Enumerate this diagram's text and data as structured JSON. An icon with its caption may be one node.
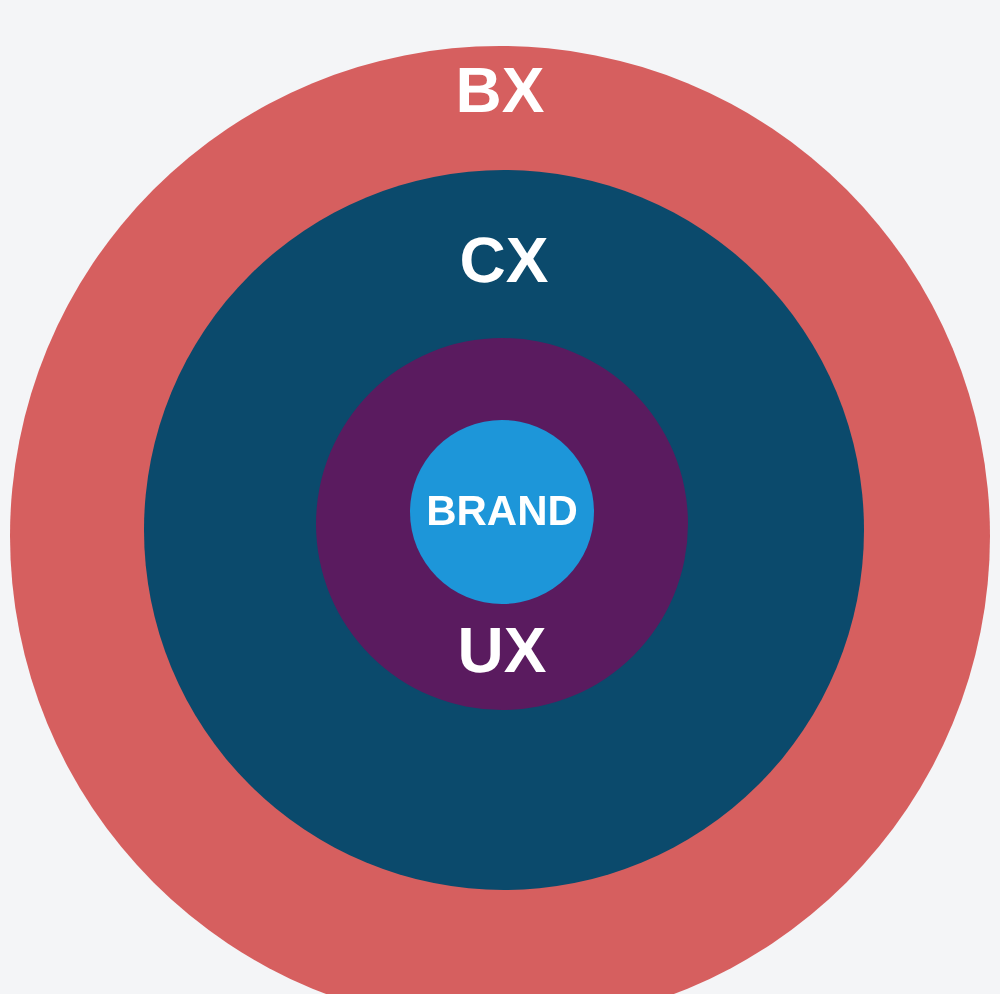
{
  "diagram": {
    "nodes": [
      {
        "text": [
          "BX"
        ]
      },
      {
        "text": [
          "CX"
        ],
        "in": 0
      },
      {
        "text": [
          "UX"
        ],
        "in": 1
      },
      {
        "text": [
          "BRAND"
        ],
        "in": 2
      }
    ]
  }
}
